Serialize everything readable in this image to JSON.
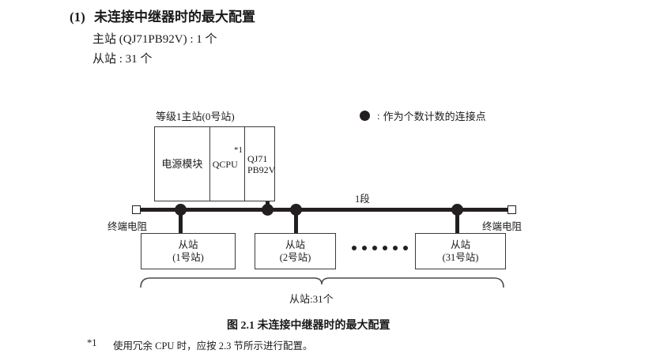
{
  "heading": {
    "number": "(1)",
    "title": "未连接中继器时的最大配置",
    "line1": "主站 (QJ71PB92V) : 1 个",
    "line2": "从站 : 31 个"
  },
  "legend": {
    "symbol": "filled-circle",
    "colon": ":",
    "text": "作为个数计数的连接点"
  },
  "diagram": {
    "master_label": "等级1主站(0号站)",
    "rack": {
      "power_module": "电源模块",
      "cpu": "QCPU",
      "cpu_note": "*1",
      "network_module_line1": "QJ71",
      "network_module_line2": "PB92V"
    },
    "segment_label": "1段",
    "terminal_left": "终端电阻",
    "terminal_right": "终端电阻",
    "slaves": [
      {
        "name": "从站",
        "station": "(1号站)"
      },
      {
        "name": "从站",
        "station": "(2号站)"
      },
      {
        "name": "从站",
        "station": "(31号站)"
      }
    ],
    "ellipsis_dots": 6,
    "brace_caption": "从站:31个"
  },
  "figure": {
    "caption": "图 2.1  未连接中继器时的最大配置"
  },
  "footnote": {
    "mark": "*1",
    "text": "使用冗余 CPU 时，应按 2.3 节所示进行配置。"
  },
  "colors": {
    "ink": "#231f20",
    "box_border": "#3b3b3b",
    "background": "#ffffff"
  }
}
